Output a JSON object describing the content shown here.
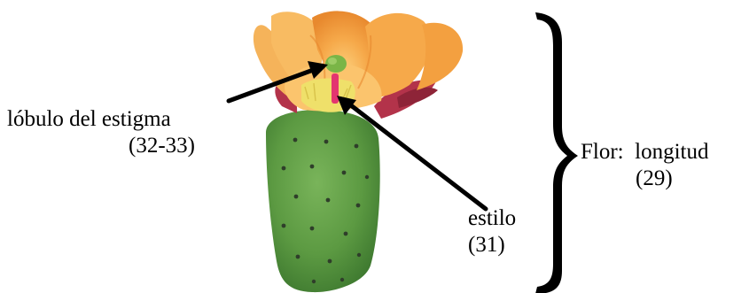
{
  "labels": {
    "stigma_lobe": {
      "name": "lóbulo del estigma",
      "code": "(32-33)"
    },
    "style": {
      "name": "estilo",
      "code": "(31)"
    },
    "flower_length": {
      "name": "Flor:  longitud",
      "code": "(29)"
    }
  },
  "colors": {
    "petal": "#f6a94a",
    "petal_light": "#fbc46d",
    "petal_shadow": "#e8892e",
    "sepal": "#b3334a",
    "stigma": "#7ab547",
    "style": "#e33670",
    "stamens": "#efe06a",
    "pad": "#5c9a42",
    "pad_dark": "#3f7a30",
    "areole": "#2f3e2a",
    "ink": "#000000"
  }
}
